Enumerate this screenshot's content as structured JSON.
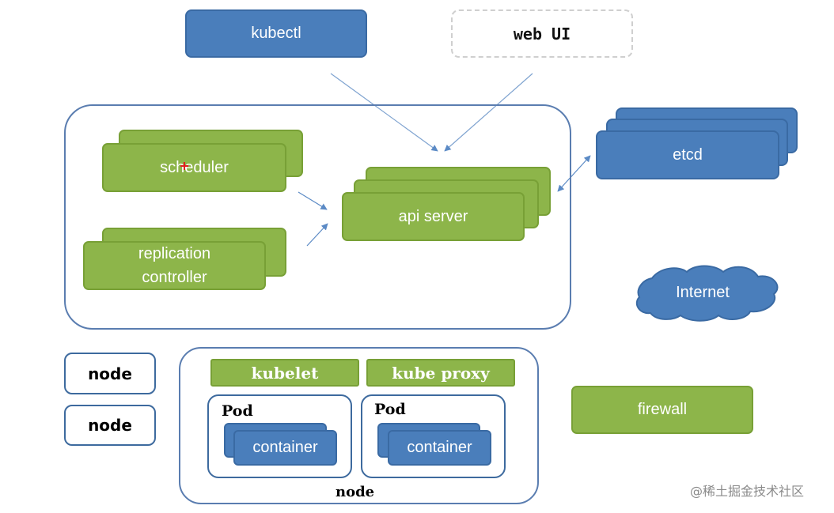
{
  "diagram": {
    "kubectl": "kubectl",
    "web_ui": "web UI",
    "scheduler": "scheduler",
    "replication_controller_line1": "replication",
    "replication_controller_line2": "controller",
    "api_server": "api server",
    "etcd": "etcd",
    "internet": "Internet",
    "firewall": "firewall",
    "node_standalone_1": "node",
    "node_standalone_2": "node",
    "kubelet": "kubelet",
    "kube_proxy": "kube proxy",
    "pod_1": "Pod",
    "pod_2": "Pod",
    "container_1": "container",
    "container_2": "container",
    "node_main": "node",
    "watermark": "@稀土掘金技术社区"
  },
  "colors": {
    "blue": "#4a7ebb",
    "green": "#8db54a",
    "border": "#5a7db0",
    "arrow": "#5b8ac5"
  }
}
